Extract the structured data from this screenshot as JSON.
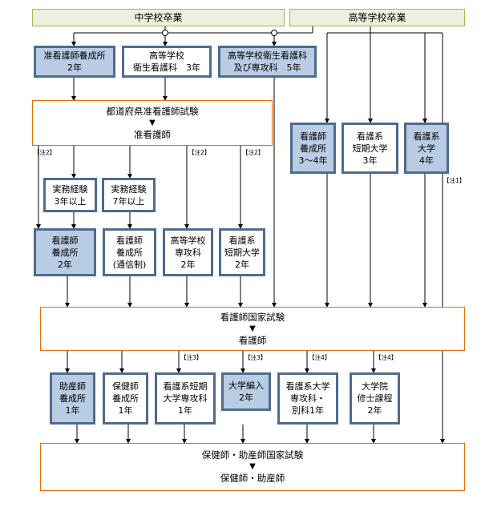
{
  "top": {
    "middle_school": "中学校卒業",
    "high_school": "高等学校卒業"
  },
  "row1": {
    "assoc_school": [
      "准看護師養成所",
      "2年"
    ],
    "hs_nursing": [
      "高等学校",
      "衛生看護科　3年"
    ],
    "hs_nursing_ext": [
      "高等学校衛生看護科",
      "及び専攻科　5年"
    ]
  },
  "prefectural_exam": {
    "title": "都道府県准看護師試験",
    "arrow": "▼",
    "result": "准看護師"
  },
  "hs_route": {
    "nurse_school": [
      "看護師",
      "養成所",
      "3～4年"
    ],
    "junior_college": [
      "看護系",
      "短期大学",
      "3年"
    ],
    "university": [
      "看護系",
      "大学",
      "4年"
    ]
  },
  "experience": {
    "three_years": [
      "実務経験",
      "3年以上"
    ],
    "seven_years": [
      "実務経験",
      "7年以上"
    ]
  },
  "row3": {
    "nurse_school": [
      "看護師",
      "養成所",
      "2年"
    ],
    "nurse_school_corr": [
      "看護師",
      "養成所",
      "(通信制)"
    ],
    "hs_advanced": [
      "高等学校",
      "専攻科",
      "2年"
    ],
    "junior_college": [
      "看護系",
      "短期大学",
      "2年"
    ]
  },
  "national_exam": {
    "title": "看護師国家試験",
    "arrow": "▼",
    "result": "看護師"
  },
  "row5": {
    "midwife_school": [
      "助産師",
      "養成所",
      "1年"
    ],
    "phn_school": [
      "保健師",
      "養成所",
      "1年"
    ],
    "jc_special": [
      "看護系短期",
      "大学専攻科",
      "1年"
    ],
    "univ_transfer": [
      "大学編入",
      "2年"
    ],
    "univ_special": [
      "看護系大学",
      "専攻科・",
      "別科1年"
    ],
    "grad_school": [
      "大学院",
      "修士課程",
      "2年"
    ]
  },
  "final_exam": {
    "title": "保健師・助産師国家試験",
    "arrow": "▼",
    "result": "保健師・助産師"
  },
  "notes": {
    "n1": "【注1】",
    "n2a": "【注2】",
    "n2b": "【注2】",
    "n2c": "【注2】",
    "n3a": "【注3】",
    "n3b": "【注3】",
    "n4a": "【注4】",
    "n4b": "【注4】"
  }
}
